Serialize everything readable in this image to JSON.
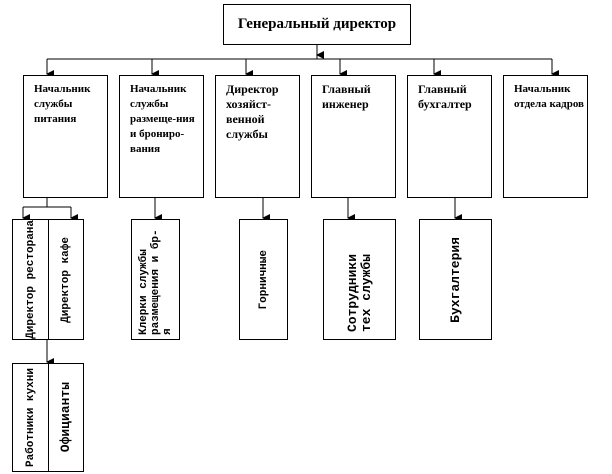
{
  "top": {
    "title": "Генеральный  директор"
  },
  "level2": [
    {
      "label": "Начальник службы питания"
    },
    {
      "label": "Начальник службы размеще-ния и брониро-вания"
    },
    {
      "label": "Директор хозяйст-венной службы"
    },
    {
      "label": "Главный инженер"
    },
    {
      "label": "Главный бухгалтер"
    },
    {
      "label": "Начальник отдела кадров"
    }
  ],
  "level3": {
    "restaurant_director": "Директор ресторана",
    "cafe_director": "Директор кафе",
    "clerks": "Клерки службы размещения и бр-я",
    "maids": "Горничные",
    "tech_staff": "Сотрудники тех службы",
    "accounting": "Бухгалтерия"
  },
  "level4": {
    "kitchen_workers": "Работники кухни",
    "waiters": "Официанты"
  }
}
